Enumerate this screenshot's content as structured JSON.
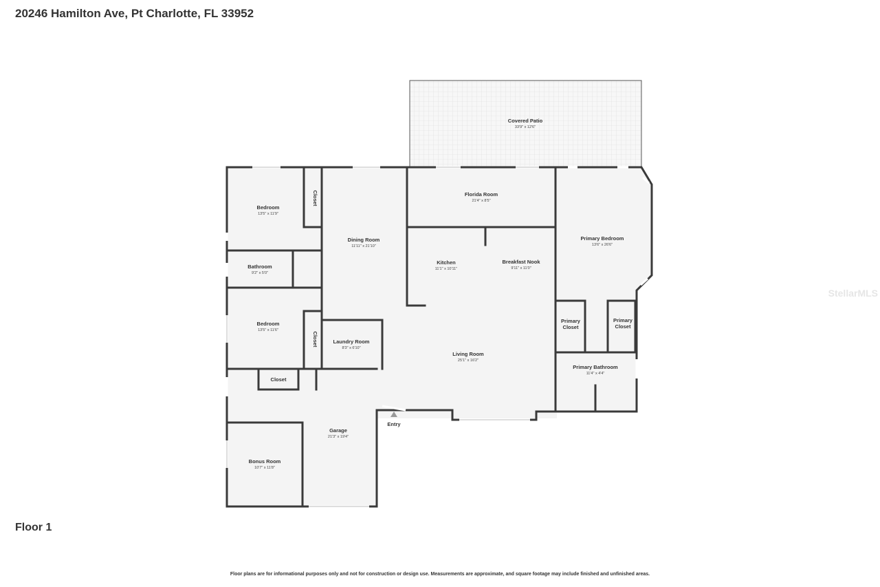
{
  "header": {
    "address": "20246 Hamilton Ave, Pt Charlotte, FL 33952"
  },
  "floor": {
    "label": "Floor 1"
  },
  "watermark": "StellarMLS",
  "disclaimer": "Floor plans are for informational purposes only and not for construction or design use. Measurements are approximate, and square footage may include finished and unfinished areas.",
  "rooms": {
    "covered_patio": {
      "name": "Covered Patio",
      "dims": "33'9\" x 12'6\""
    },
    "bedroom_1": {
      "name": "Bedroom",
      "dims": "13'5\" x 11'9\""
    },
    "closet_1": {
      "name": "Closet"
    },
    "dining_room": {
      "name": "Dining Room",
      "dims": "11'11\" x 21'10\""
    },
    "florida_room": {
      "name": "Florida Room",
      "dims": "21'4\" x 8'5\""
    },
    "primary_bedroom": {
      "name": "Primary Bedroom",
      "dims": "13'6\" x 26'6\""
    },
    "bathroom": {
      "name": "Bathroom",
      "dims": "9'2\" x 5'0\""
    },
    "kitchen": {
      "name": "Kitchen",
      "dims": "11'1\" x 10'11\""
    },
    "breakfast_nook": {
      "name": "Breakfast Nook",
      "dims": "9'11\" x 11'0\""
    },
    "primary_closet_1": {
      "line1": "Primary",
      "line2": "Closet"
    },
    "primary_closet_2": {
      "line1": "Primary",
      "line2": "Closet"
    },
    "bedroom_2": {
      "name": "Bedroom",
      "dims": "13'5\" x 11'6\""
    },
    "closet_2": {
      "name": "Closet"
    },
    "laundry_room": {
      "name": "Laundry Room",
      "dims": "8'3\" x 6'10\""
    },
    "living_room": {
      "name": "Living Room",
      "dims": "25'1\" x 16'2\""
    },
    "primary_bathroom": {
      "name": "Primary Bathroom",
      "dims": "11'4\" x 4'4\""
    },
    "closet_3": {
      "name": "Closet"
    },
    "garage": {
      "name": "Garage",
      "dims": "21'3\" x 19'4\""
    },
    "bonus_room": {
      "name": "Bonus Room",
      "dims": "10'7\" x 11'8\""
    }
  },
  "entry": {
    "label": "Entry"
  }
}
